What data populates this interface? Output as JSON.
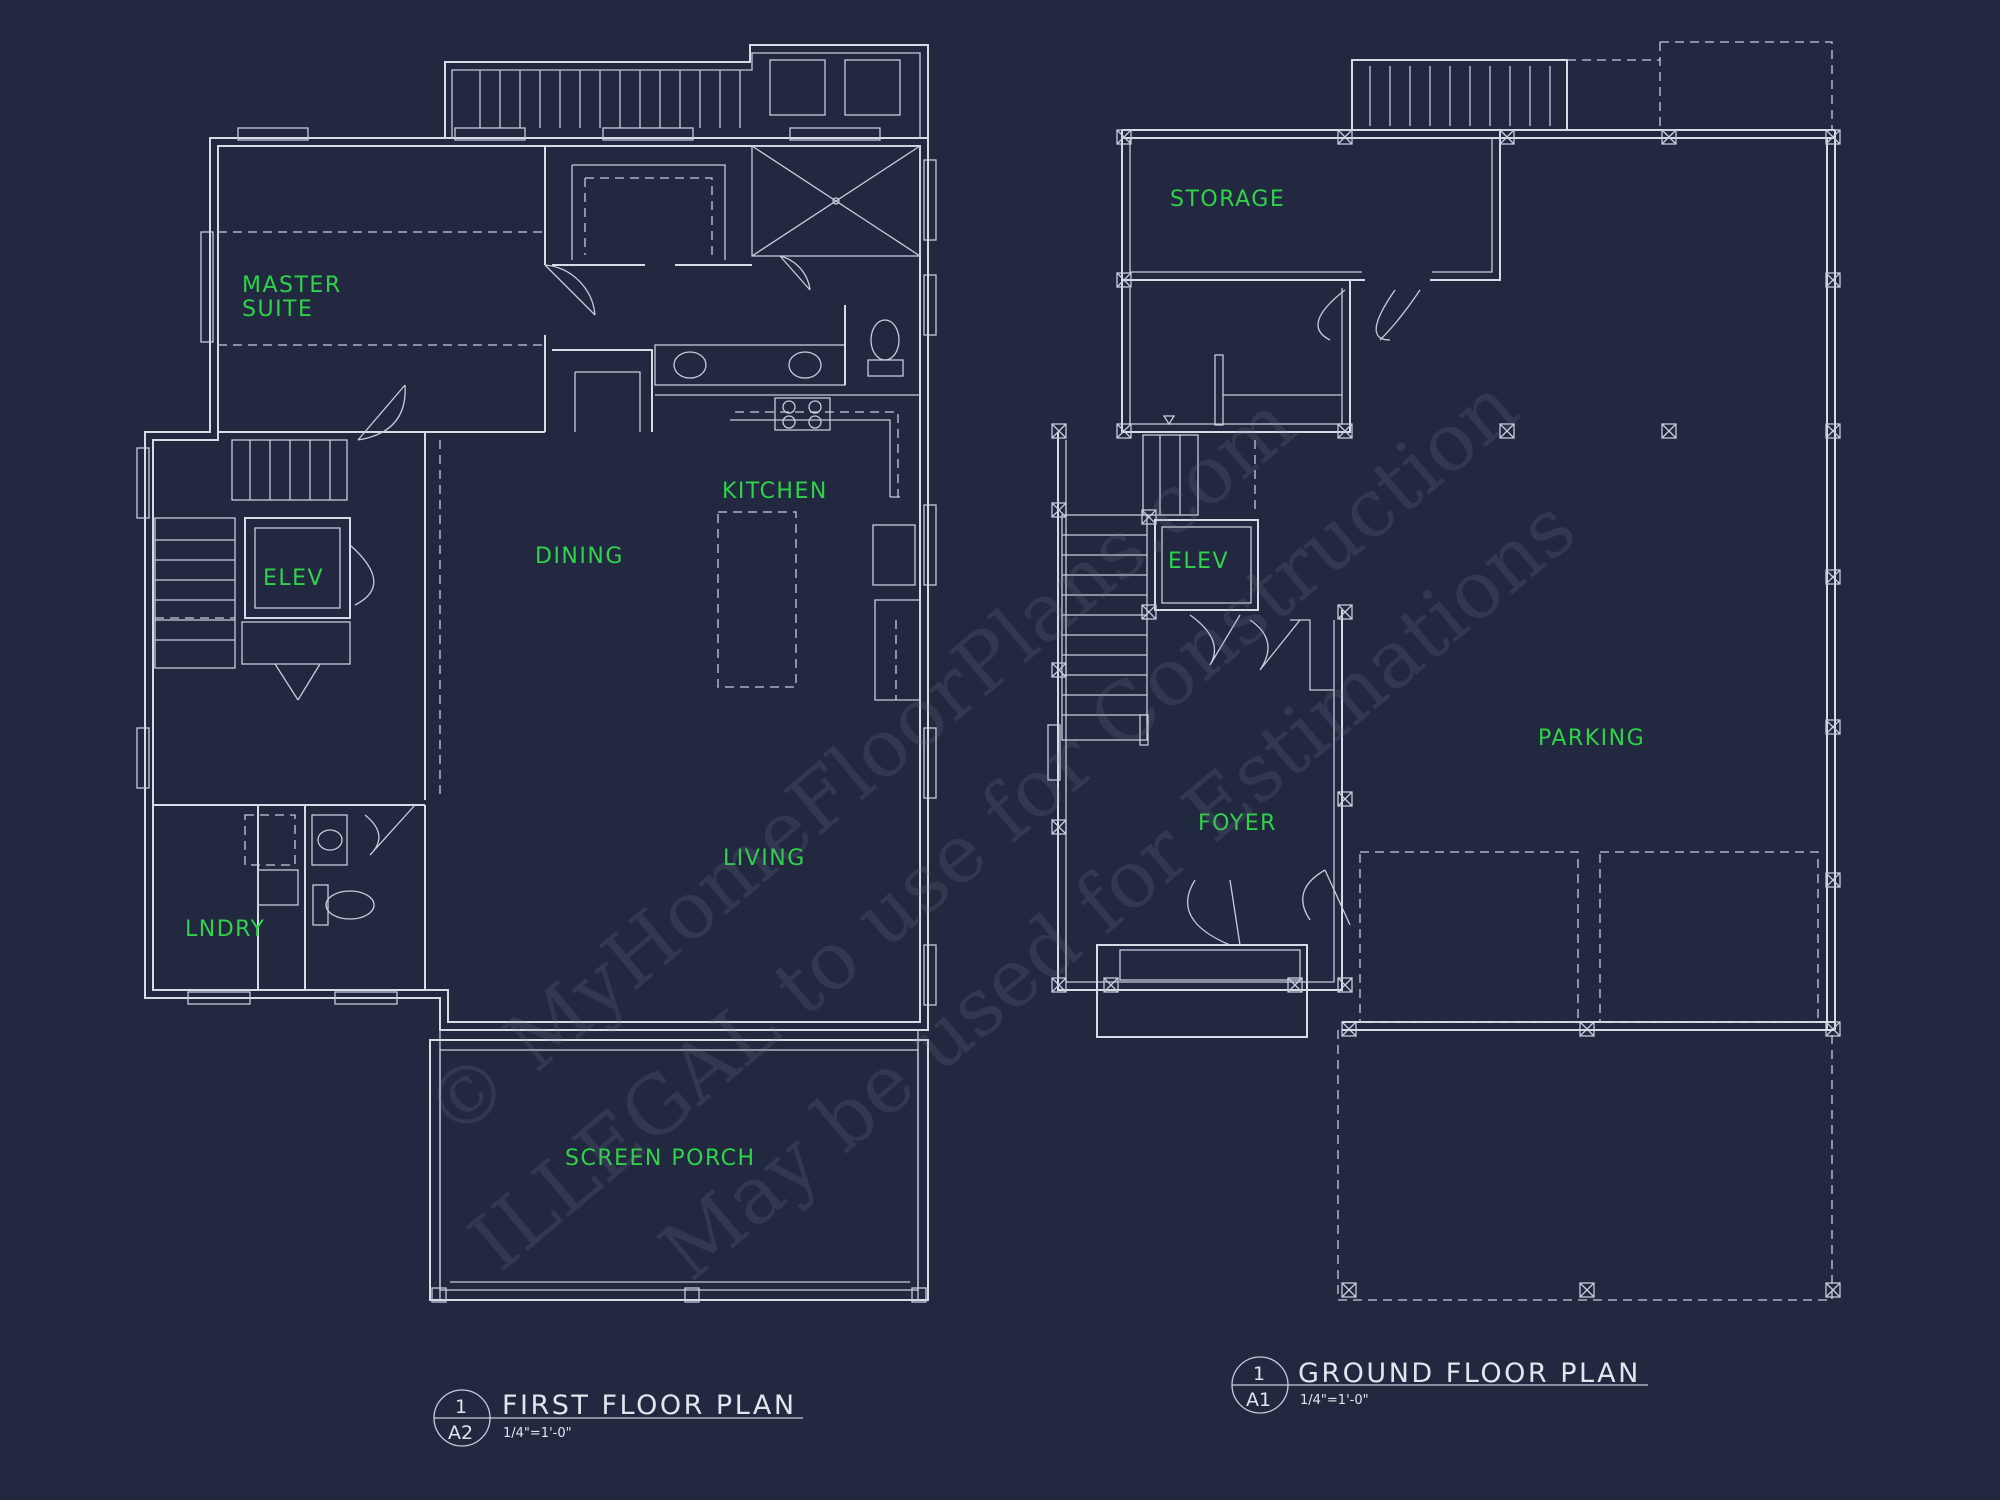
{
  "plans": {
    "first_floor": {
      "title": "FIRST FLOOR PLAN",
      "scale": "1/4\"=1'-0\"",
      "detail_number": "1",
      "sheet": "A2",
      "rooms": {
        "master_suite_line1": "MASTER",
        "master_suite_line2": "SUITE",
        "kitchen": "KITCHEN",
        "dining": "DINING",
        "elev": "ELEV",
        "living": "LIVING",
        "lndry": "LNDRY",
        "screen_porch": "SCREEN PORCH"
      }
    },
    "ground_floor": {
      "title": "GROUND FLOOR PLAN",
      "scale": "1/4\"=1'-0\"",
      "detail_number": "1",
      "sheet": "A1",
      "rooms": {
        "storage": "STORAGE",
        "elev": "ELEV",
        "foyer": "FOYER",
        "parking": "PARKING"
      }
    }
  },
  "watermark": {
    "line1": "© MyHomeFloorPlans.com",
    "line2": "ILLEGAL to use for Construction",
    "line3": "May be used for Estimations"
  },
  "colors": {
    "background": "#222840",
    "linework": "#d7dbe6",
    "room_labels": "#2fd34a"
  }
}
